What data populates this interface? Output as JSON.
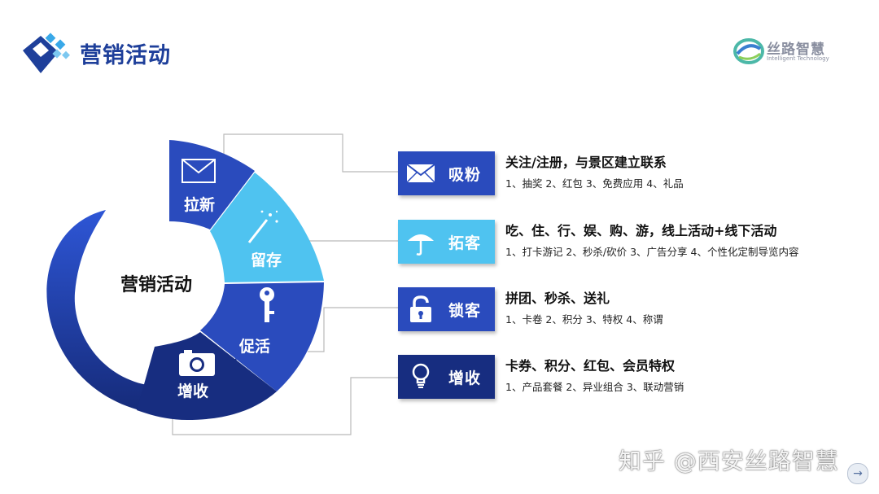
{
  "header": {
    "title": "营销活动"
  },
  "brand": {
    "name": "丝路智慧",
    "subtitle": "Intelligent Technology"
  },
  "diagram": {
    "center_label": "营销活动",
    "segments": [
      {
        "label": "拉新",
        "icon": "envelope-icon",
        "color": "#2a4bbd"
      },
      {
        "label": "留存",
        "icon": "magic-wand-icon",
        "color": "#4fc3f0"
      },
      {
        "label": "促活",
        "icon": "key-icon",
        "color": "#2a4bbd"
      },
      {
        "label": "增收",
        "icon": "camera-icon",
        "color": "#172d80"
      }
    ]
  },
  "items": [
    {
      "tag": "吸粉",
      "icon": "envelope-icon",
      "color": "#2a4bbd",
      "title": "关注/注册，与景区建立联系",
      "subtitle": "1、抽奖 2、红包 3、免费应用 4、礼品"
    },
    {
      "tag": "拓客",
      "icon": "umbrella-icon",
      "color": "#4fc3f0",
      "title": "吃、住、行、娱、购、游，线上活动+线下活动",
      "subtitle": "1、打卡游记 2、秒杀/砍价 3、广告分享 4、个性化定制导览内容"
    },
    {
      "tag": "锁客",
      "icon": "lock-icon",
      "color": "#2a4bbd",
      "title": "拼团、秒杀、送礼",
      "subtitle": "1、卡卷  2、积分  3、特权  4、称谓"
    },
    {
      "tag": "增收",
      "icon": "lightbulb-icon",
      "color": "#172d80",
      "title": "卡券、积分、红包、会员特权",
      "subtitle": "1、产品套餐   2、异业组合   3、联动营销"
    }
  ],
  "watermark": "知乎 @西安丝路智慧"
}
